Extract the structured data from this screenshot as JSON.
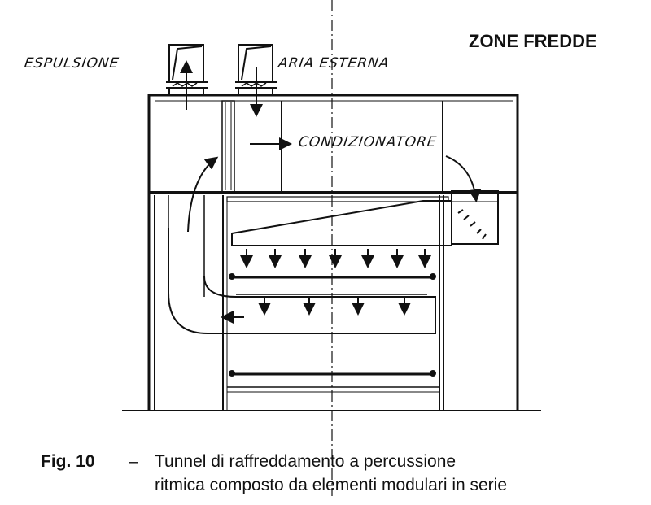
{
  "title": "ZONE FREDDE",
  "labels": {
    "exhaust": "ESPULSIONE",
    "outside_air": "ARIA ESTERNA",
    "conditioner": "CONDIZIONATORE"
  },
  "caption": {
    "figure": "Fig. 10",
    "dash": "–",
    "line1": "Tunnel di raffreddamento a percussione",
    "line2": "ritmica composto da elementi modulari in serie"
  }
}
